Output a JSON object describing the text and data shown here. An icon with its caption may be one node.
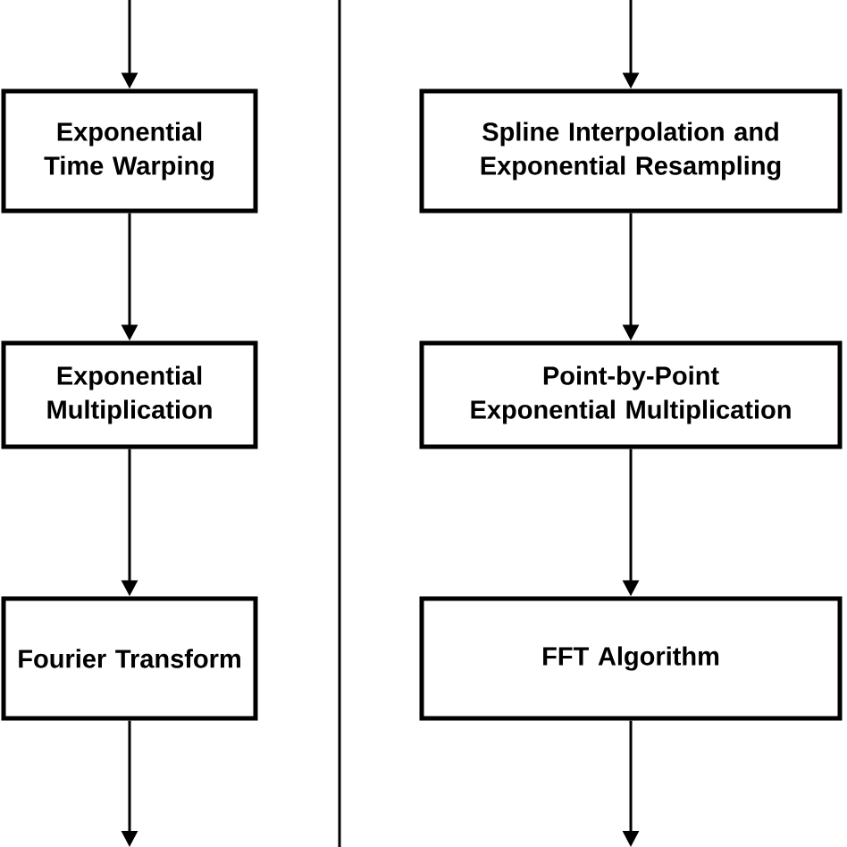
{
  "diagram": {
    "nodes": [
      {
        "text": [
          "Exponential Time Warping"
        ]
      },
      {
        "text": [
          "Exponential Multiplication"
        ]
      },
      {
        "text": [
          "Fourier Transform"
        ]
      },
      {
        "text": [
          "Spline Interpolation and Exponential Resampling"
        ]
      },
      {
        "text": [
          "Point-by-Point Exponential Multiplication"
        ]
      },
      {
        "text": [
          "FFT Algorithm"
        ]
      }
    ],
    "edges": [
      {
        "from": null,
        "to": 0,
        "arrow": "to"
      },
      {
        "from": 0,
        "to": 1,
        "arrow": "to"
      },
      {
        "from": 1,
        "to": 2,
        "arrow": "to"
      },
      {
        "from": 2,
        "to": null,
        "arrow": "to"
      },
      {
        "from": null,
        "to": 3,
        "arrow": "to"
      },
      {
        "from": 3,
        "to": 4,
        "arrow": "to"
      },
      {
        "from": 4,
        "to": 5,
        "arrow": "to"
      },
      {
        "from": 5,
        "to": null,
        "arrow": "to"
      }
    ]
  }
}
